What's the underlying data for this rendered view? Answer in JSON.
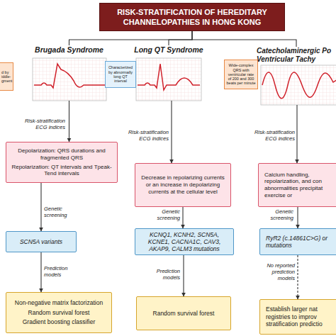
{
  "diagram": {
    "nodes": [
      {
        "text": [
          "RISK-STRATIFICATION OF HEREDITARY CHANNELOPATHIES IN HONG KONG"
        ]
      },
      {
        "text": [
          "d by iddle- gment"
        ]
      },
      {
        "text": [
          "Brugada Syndrome"
        ]
      },
      {
        "text": [
          "Characterized by abnormally long QT interval"
        ]
      },
      {
        "text": [
          "Long QT Syndrome"
        ]
      },
      {
        "text": [
          "Wide-complex QRS with ventricular rate of 200 and 300 beats per minute"
        ]
      },
      {
        "text": [
          "Catecholaminergic Po Ventricular Tachy"
        ]
      },
      {
        "text": [
          "Depolarization: QRS durations and fragmented QRS",
          "Repolarization: QT intervals and Tpeak-Tend intervals"
        ]
      },
      {
        "text": [
          "Decrease in repolarizing currents or an increase in depolarizing currents at the cellular level"
        ]
      },
      {
        "text": [
          "Calcium handling, repolarization, and con abnormalities precipitat exercise or"
        ]
      },
      {
        "text": [
          "SCN5A variants"
        ]
      },
      {
        "text": [
          "KCNQ1, KCNH2, SCN5A, KCNE1, CACNA1C, CAV3, AKAP9, CALM3 mutations"
        ]
      },
      {
        "text": [
          "RyR2 (c.14861C>G) or mutations"
        ]
      },
      {
        "text": [
          "Non-negative matrix factorization",
          "Random survival forest",
          "Gradient boosting classifier"
        ]
      },
      {
        "text": [
          "Random survival forest"
        ]
      },
      {
        "text": [
          "Establish larger nat registries to improv stratification predictio"
        ]
      }
    ],
    "edges": [
      {
        "from": 0,
        "to": 2,
        "arrow": "none"
      },
      {
        "from": 0,
        "to": 4,
        "arrow": "none"
      },
      {
        "from": 0,
        "to": 6,
        "arrow": "none"
      },
      {
        "from": 2,
        "to": 7,
        "arrow": "to",
        "label": "Risk-stratification ECG indices"
      },
      {
        "from": 4,
        "to": 8,
        "arrow": "to",
        "label": "Risk-stratification ECG indices"
      },
      {
        "from": 6,
        "to": 9,
        "arrow": "to",
        "label": "Risk-stratification ECG indices"
      },
      {
        "from": 7,
        "to": 10,
        "arrow": "to",
        "label": "Genetic screening"
      },
      {
        "from": 8,
        "to": 11,
        "arrow": "to",
        "label": "Genetic screening"
      },
      {
        "from": 9,
        "to": 12,
        "arrow": "to",
        "label": "Genetic screening"
      },
      {
        "from": 10,
        "to": 13,
        "arrow": "to",
        "label": "Prediction models"
      },
      {
        "from": 11,
        "to": 14,
        "arrow": "to",
        "label": "Prediction models"
      },
      {
        "from": 12,
        "to": 15,
        "arrow": "to",
        "label": "No reported prediction models"
      }
    ]
  }
}
